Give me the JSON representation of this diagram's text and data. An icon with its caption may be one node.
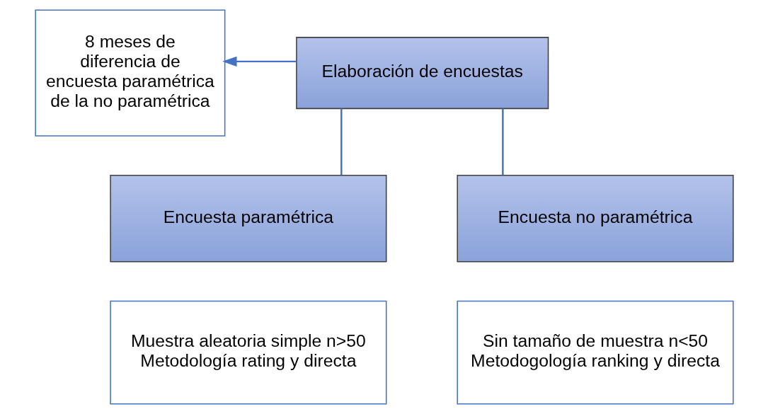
{
  "diagram": {
    "nodes": [
      {
        "text": [
          "Elaboración de encuestas"
        ]
      },
      {
        "text": [
          "8 meses de diferencia de encuesta paramétrica de la no paramétrica"
        ]
      },
      {
        "text": [
          "Encuesta paramétrica"
        ]
      },
      {
        "text": [
          "Encuesta no paramétrica"
        ]
      },
      {
        "text": [
          "Muestra aleatoria simple n>50",
          "Metodología rating y directa"
        ]
      },
      {
        "text": [
          "Sin tamaño de muestra n<50",
          "Metodogología ranking y directa"
        ]
      }
    ],
    "edges": [
      {
        "from": 0,
        "to": 1,
        "arrow": "to"
      },
      {
        "from": 0,
        "to": 2,
        "arrow": "none"
      },
      {
        "from": 0,
        "to": 3,
        "arrow": "none"
      }
    ]
  }
}
